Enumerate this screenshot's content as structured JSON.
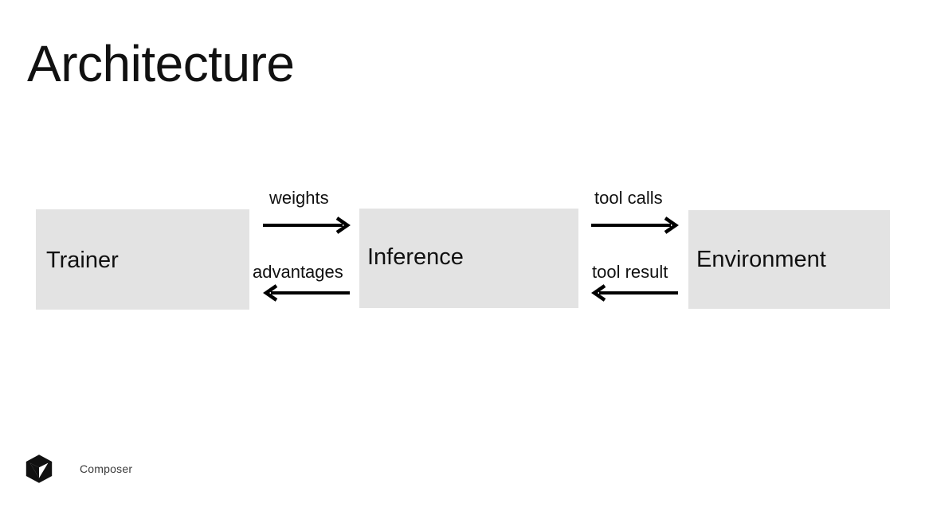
{
  "slide": {
    "title": "Architecture",
    "background_color": "#ffffff",
    "text_color": "#111111"
  },
  "diagram": {
    "type": "flow",
    "node_fill_color": "#e3e3e3",
    "nodes": [
      {
        "id": "trainer",
        "label": "Trainer"
      },
      {
        "id": "inference",
        "label": "Inference"
      },
      {
        "id": "environment",
        "label": "Environment"
      }
    ],
    "edges": [
      {
        "id": "weights",
        "label": "weights",
        "from": "trainer",
        "to": "inference",
        "direction": "right"
      },
      {
        "id": "advantages",
        "label": "advantages",
        "from": "inference",
        "to": "trainer",
        "direction": "left"
      },
      {
        "id": "tool-calls",
        "label": "tool calls",
        "from": "inference",
        "to": "environment",
        "direction": "right"
      },
      {
        "id": "tool-result",
        "label": "tool result",
        "from": "environment",
        "to": "inference",
        "direction": "left"
      }
    ]
  },
  "footer": {
    "logo_icon": "composer-cube-icon",
    "brand": "Composer"
  }
}
